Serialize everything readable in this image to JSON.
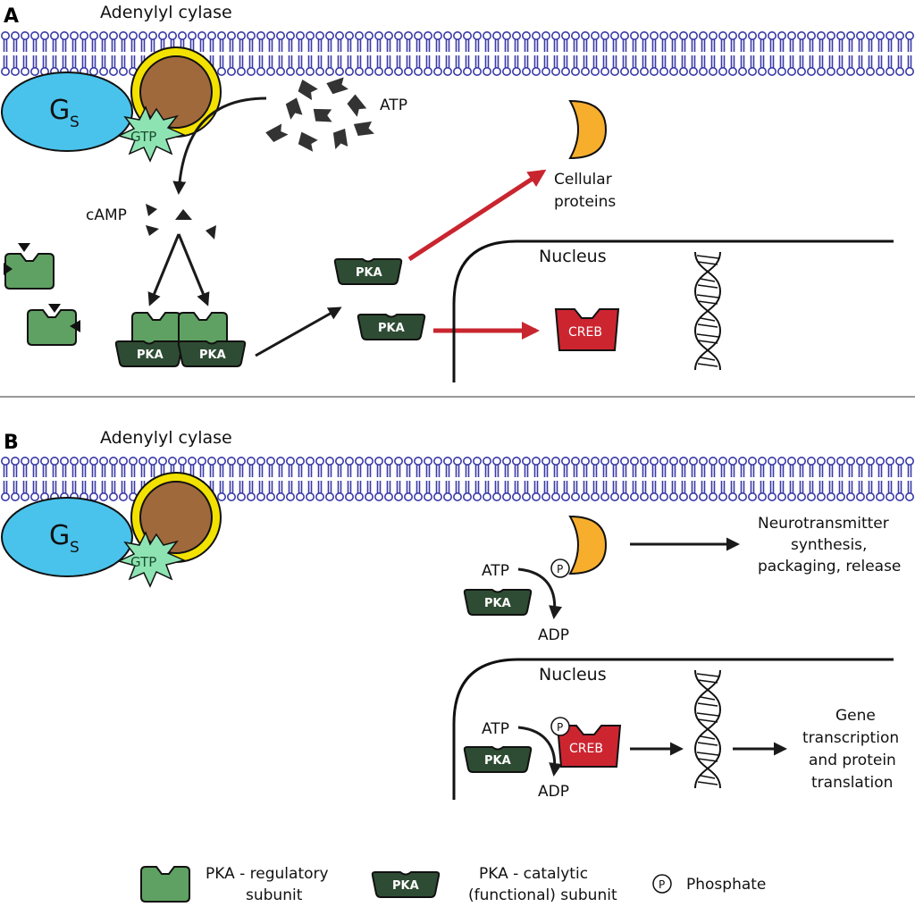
{
  "panels": {
    "a": "A",
    "b": "B"
  },
  "labels": {
    "adenylyl": "Adenylyl cylase",
    "gs_main": "G",
    "gs_sub": "S",
    "gtp": "GTP",
    "atp": "ATP",
    "adp": "ADP",
    "camp": "cAMP",
    "pka": "PKA",
    "creb": "CREB",
    "nucleus": "Nucleus",
    "cellular_line1": "Cellular",
    "cellular_line2": "proteins",
    "p": "P",
    "neuro_line1": "Neurotransmitter",
    "neuro_line2": "synthesis,",
    "neuro_line3": "packaging, release",
    "gene_line1": "Gene",
    "gene_line2": "transcription",
    "gene_line3": "and protein",
    "gene_line4": "translation"
  },
  "legend": {
    "reg_line1": "PKA - regulatory",
    "reg_line2": "subunit",
    "cat_line1": "PKA - catalytic",
    "cat_line2": "(functional) subunit",
    "phosphate": "Phosphate"
  },
  "colors": {
    "membrane": "#3a3aa8",
    "gs": "#49c3ec",
    "cyclase": "#a0693c",
    "cyclase_ring": "#f3e200",
    "gtp": "#8ee3b3",
    "pka_reg": "#5fa162",
    "pka_cat": "#2e4c33",
    "creb": "#cd2530",
    "protein": "#f7ae2d",
    "red_arrow": "#c9252f",
    "divider": "#999999"
  }
}
